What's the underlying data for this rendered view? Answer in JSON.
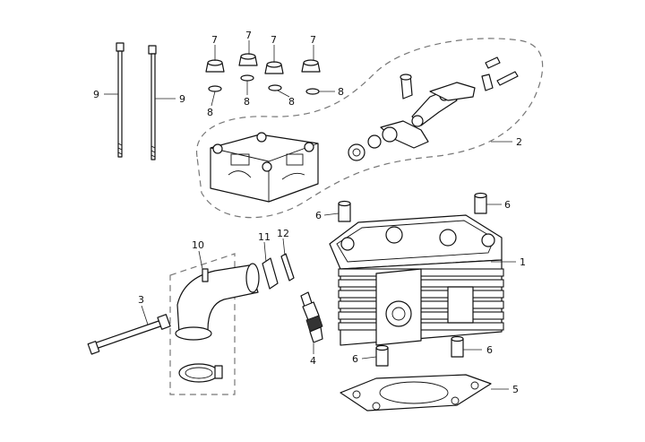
{
  "callouts": {
    "c1": "1",
    "c2": "2",
    "c3": "3",
    "c4": "4",
    "c5": "5",
    "c6a": "6",
    "c6b": "6",
    "c6c": "6",
    "c6d": "6",
    "c7a": "7",
    "c7b": "7",
    "c7c": "7",
    "c7d": "7",
    "c8a": "8",
    "c8b": "8",
    "c8c": "8",
    "c8d": "8",
    "c9a": "9",
    "c9b": "9",
    "c10": "10",
    "c11": "11",
    "c12": "12"
  }
}
